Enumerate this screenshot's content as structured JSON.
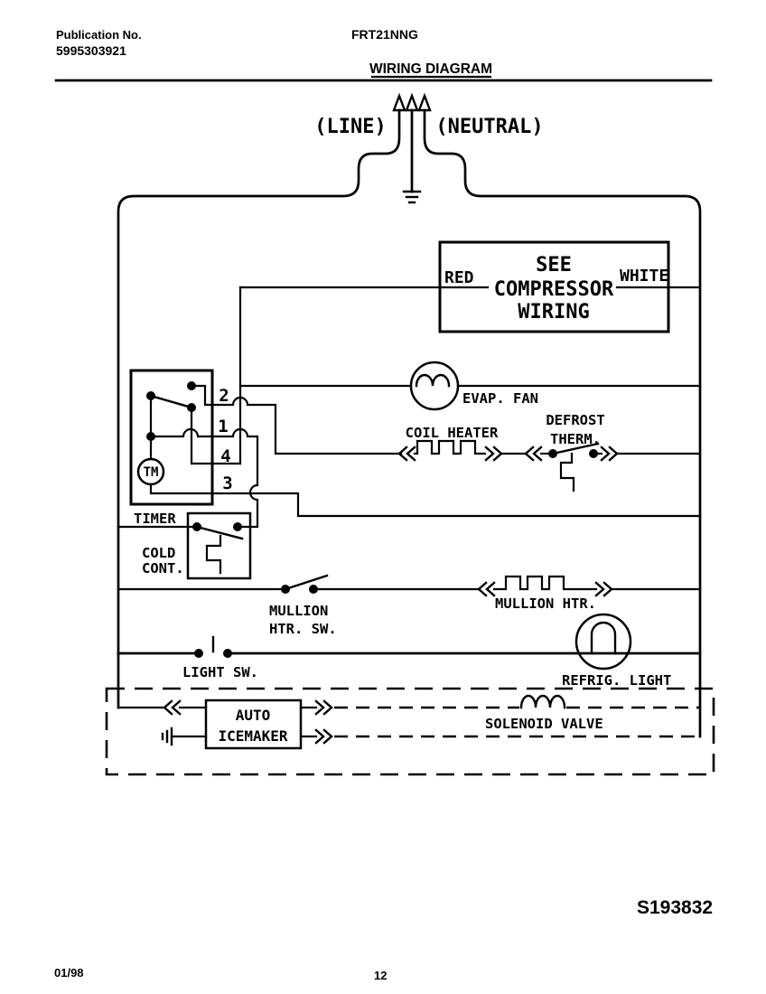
{
  "header": {
    "publication_label": "Publication No.",
    "publication_number": "5995303921",
    "model": "FRT21NNG",
    "title": "WIRING DIAGRAM"
  },
  "plug": {
    "line_label": "(LINE)",
    "neutral_label": "(NEUTRAL)"
  },
  "compressor": {
    "line1": "SEE",
    "line2": "COMPRESSOR",
    "line3": "WIRING",
    "left_wire_label": "RED",
    "right_wire_label": "WHITE"
  },
  "timer": {
    "label": "TIMER",
    "motor_label": "TM",
    "terminal_2": "2",
    "terminal_1": "1",
    "terminal_4": "4",
    "terminal_3": "3"
  },
  "components": {
    "evap_fan": "EVAP. FAN",
    "coil_heater": "COIL HEATER",
    "defrost_line1": "DEFROST",
    "defrost_line2": "THERM.",
    "cold_line1": "COLD",
    "cold_line2": "CONT.",
    "mullion_sw_line1": "MULLION",
    "mullion_sw_line2": "HTR. SW.",
    "mullion_htr": "MULLION HTR.",
    "light_sw": "LIGHT SW.",
    "refrig_light": "REFRIG. LIGHT",
    "icemaker_line1": "AUTO",
    "icemaker_line2": "ICEMAKER",
    "solenoid_valve": "SOLENOID VALVE"
  },
  "footer": {
    "doc_number": "S193832",
    "date": "01/98",
    "page": "12"
  },
  "colors": {
    "ink": "#000000",
    "paper": "#ffffff"
  }
}
